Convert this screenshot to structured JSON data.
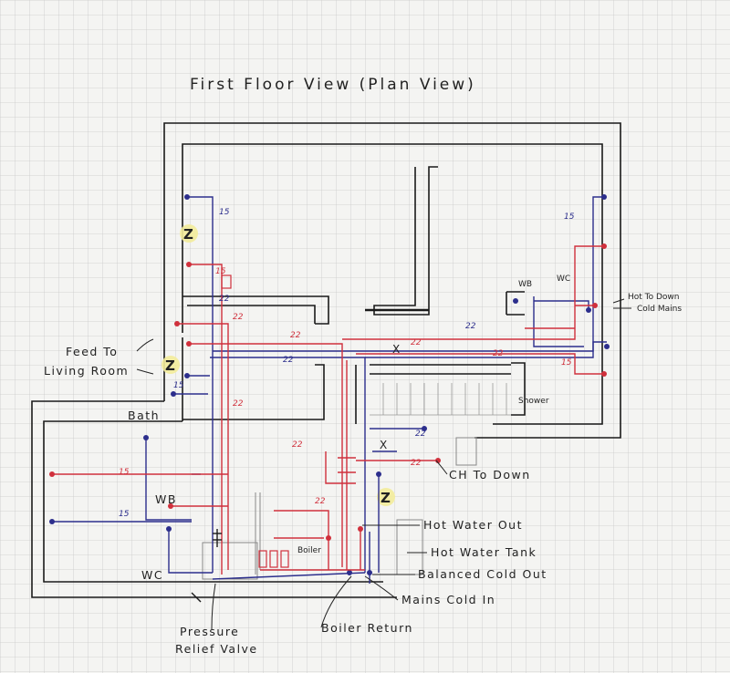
{
  "title": "First Floor View (Plan View)",
  "labels": {
    "feed_to_living_room": [
      "Feed To",
      "Living Room"
    ],
    "bath": "Bath",
    "wb": "WB",
    "wc": "WC",
    "wb_right": "WB",
    "wc_right": "WC",
    "shower": "Shower",
    "hot_to_down": "Hot To Down",
    "cold_mains": "Cold Mains",
    "ch_to_down": "CH To Down",
    "hot_water_out": "Hot Water Out",
    "hot_water_tank": "Hot Water Tank",
    "balanced_cold_out": "Balanced Cold Out",
    "mains_cold_in": "Mains Cold In",
    "boiler_return": "Boiler Return",
    "pressure_relief_valve": [
      "Pressure",
      "Relief Valve"
    ],
    "boiler": "Boiler",
    "zone_marker": "Z",
    "valve_marker": "X"
  },
  "pipe_sizes": {
    "s15": "15",
    "s22": "22"
  },
  "colors": {
    "hot": "#d0303c",
    "cold": "#2c2e8c",
    "wall": "#1a1a1a",
    "grid": "#c9c9c9",
    "highlight": "#f3ec9a"
  }
}
